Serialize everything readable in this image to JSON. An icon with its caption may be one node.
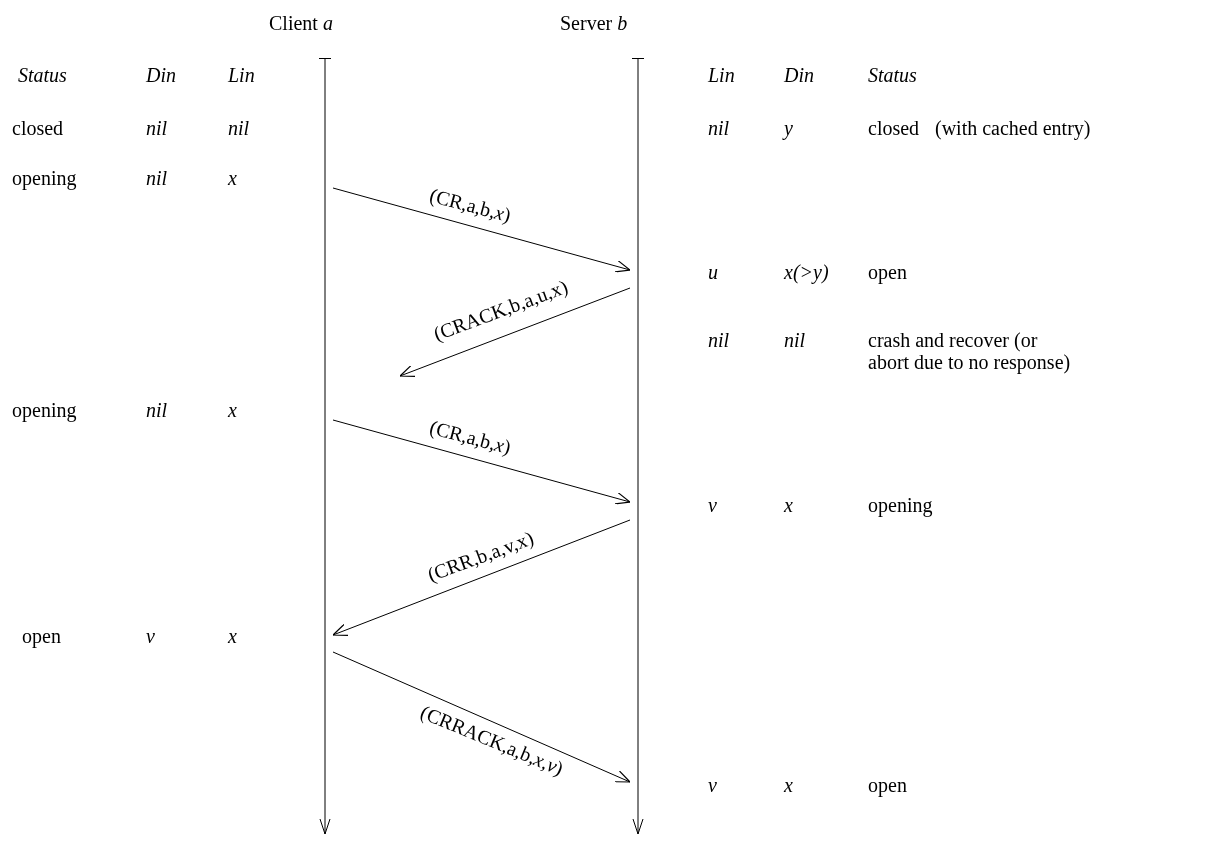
{
  "diagram": {
    "nodes": [
      {
        "text": [
          "Client *a*"
        ]
      },
      {
        "text": [
          "Server *b*"
        ]
      }
    ],
    "edges": [
      {
        "from": 0,
        "to": 1,
        "arrow": "to",
        "label": "(CR,a,b,*x*)"
      },
      {
        "from": 1,
        "to": null,
        "arrow": "to",
        "label": "(CRACK,b,a,u,x)"
      },
      {
        "from": 0,
        "to": 1,
        "arrow": "to",
        "label": "(CR,a,b,*x*)"
      },
      {
        "from": 1,
        "to": 0,
        "arrow": "to",
        "label": "(CRR,b,a,v,x)"
      },
      {
        "from": 0,
        "to": 1,
        "arrow": "to",
        "label": "(CRRACK,a,b,*x,v*)"
      }
    ],
    "labels": [
      "Status",
      "Din",
      "Lin",
      "Lin",
      "Din",
      "Status",
      "closed",
      "nil",
      "nil",
      "nil",
      "y",
      "closed",
      "(with cached entry)",
      "opening",
      "nil",
      "x",
      "u",
      "x(>y)",
      "open",
      "nil",
      "nil",
      "crash and recover (or abort due to no response)",
      "opening",
      "nil",
      "x",
      "v",
      "x",
      "opening",
      "open",
      "v",
      "x",
      "v",
      "x",
      "open"
    ]
  }
}
